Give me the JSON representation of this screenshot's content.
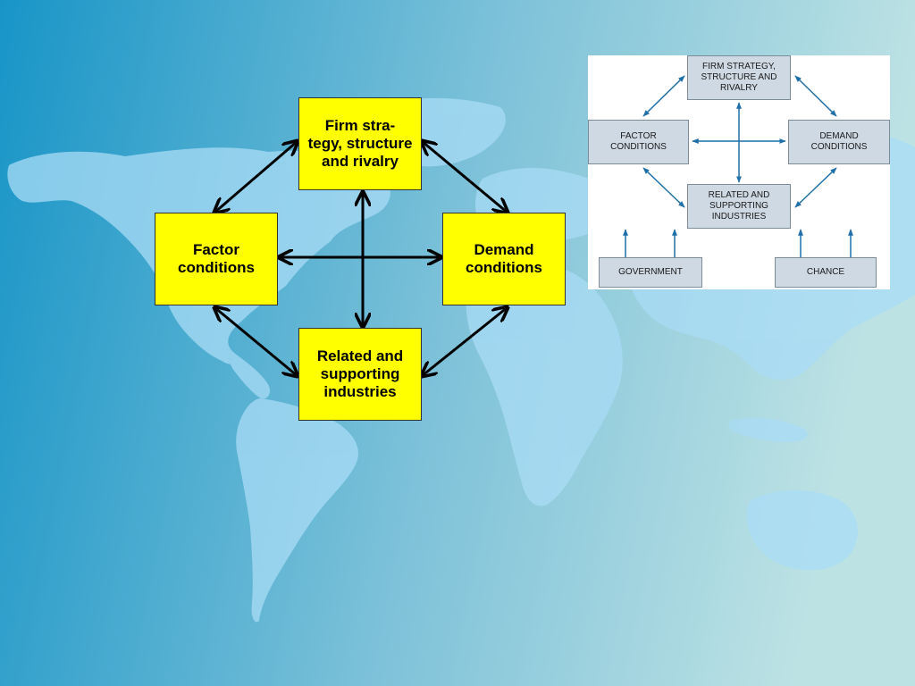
{
  "colors": {
    "background_left": "#1895c7",
    "background_right": "#bde2e4",
    "continent": "#a9dcf6",
    "main_box_fill": "#ffff00",
    "main_arrow": "#000000",
    "ref_box_fill": "#cfd9e3",
    "ref_arrow": "#1f6fa8"
  },
  "main_diagram": {
    "firm": "Firm stra-\ntegy, structure\nand rivalry",
    "factor": "Factor\nconditions",
    "demand": "Demand\nconditions",
    "related": "Related and\nsupporting\nindustries"
  },
  "reference_diagram": {
    "firm": "FIRM STRATEGY,\nSTRUCTURE AND\nRIVALRY",
    "factor": "FACTOR\nCONDITIONS",
    "demand": "DEMAND\nCONDITIONS",
    "related": "RELATED AND\nSUPPORTING\nINDUSTRIES",
    "government": "GOVERNMENT",
    "chance": "CHANCE"
  }
}
